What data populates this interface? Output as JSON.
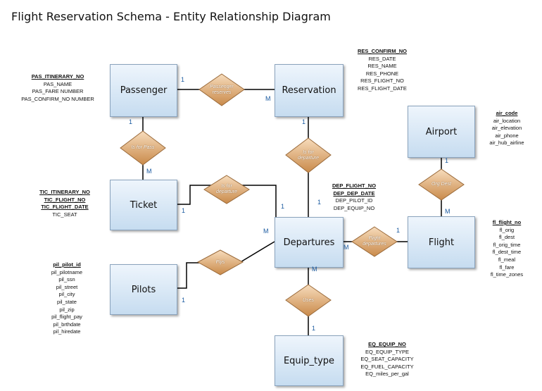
{
  "title": "Flight Reservation Schema - Entity Relationship Diagram",
  "entities": {
    "passenger": "Passenger",
    "reservation": "Reservation",
    "airport": "Airport",
    "ticket": "Ticket",
    "departures": "Departures",
    "flight": "Flight",
    "pilots": "Pilots",
    "equip_type": "Equip_type"
  },
  "relationships": {
    "passenger_reserves": [
      "Passenger",
      "reserves"
    ],
    "is_for_pass": [
      "Is for Pass"
    ],
    "is_for_departure_res": [
      "Is for",
      "departure"
    ],
    "is_for_departure_tic": [
      "Is for",
      "departure"
    ],
    "org_dest": [
      "Org Dest"
    ],
    "flight_departures": [
      "Flight",
      "departures"
    ],
    "flys": [
      "Flys"
    ],
    "uses": [
      "Uses"
    ]
  },
  "cardinality": {
    "passenger_reserves_left": "1",
    "passenger_reserves_right": "M",
    "passenger_ticket_top": "1",
    "passenger_ticket_bottom": "M",
    "reservation_departures_top": "1",
    "reservation_departures_bottom": "1",
    "ticket_departures_left": "1",
    "ticket_departures_right": "1",
    "airport_flight_top": "1",
    "airport_flight_bottom": "M",
    "pilots_departures_left": "1",
    "pilots_departures_right": "M",
    "flight_departures_left": "M",
    "flight_departures_right": "1",
    "equip_departures_top": "M",
    "equip_departures_bottom": "1"
  },
  "attributes": {
    "passenger": {
      "pk": [
        "PAS_ITINERARY_NO"
      ],
      "other": [
        "PAS_NAME",
        "PAS_FARE NUMBER",
        "PAS_CONFIRM_NO NUMBER"
      ]
    },
    "reservation": {
      "pk": [
        "RES_CONFIRM_NO"
      ],
      "other": [
        "RES_DATE",
        "RES_NAME",
        "RES_PHONE",
        "RES_FLIGHT_NO",
        "RES_FLIGHT_DATE"
      ]
    },
    "airport": {
      "pk": [
        "air_code"
      ],
      "other": [
        "air_location",
        "air_elevation",
        "air_phone",
        "air_hub_airline"
      ]
    },
    "ticket": {
      "pk": [
        "TIC_ITINERARY_NO",
        "TIC_FLIGHT_NO",
        "TIC_FLIGHT_DATE"
      ],
      "other": [
        "TIC_SEAT"
      ]
    },
    "departures": {
      "pk": [
        "DEP_FLIGHT_NO",
        "DEP_DEP_DATE"
      ],
      "other": [
        "DEP_PILOT_ID",
        "DEP_EQUIP_NO"
      ]
    },
    "flight": {
      "pk": [
        "fl_flight_no"
      ],
      "other": [
        "fl_orig",
        "fl_dest",
        "fl_orig_time",
        "fl_dest_time",
        "fl_meal",
        "fl_fare",
        "fl_time_zones"
      ]
    },
    "pilots": {
      "pk": [
        "pil_pilot_id"
      ],
      "other": [
        "pil_pilotname",
        "pil_ssn",
        "pil_street",
        "pil_city",
        "pil_state",
        "pil_zip",
        "pil_flight_pay",
        "pil_brthdate",
        "pil_hiredate"
      ]
    },
    "equip_type": {
      "pk": [
        "EQ_EQUIP_NO"
      ],
      "other": [
        "EQ_EQUIP_TYPE",
        "EQ_SEAT_CAPACITY",
        "EQ_FUEL_CAPACITY",
        "EQ_miles_per_gal"
      ]
    }
  }
}
